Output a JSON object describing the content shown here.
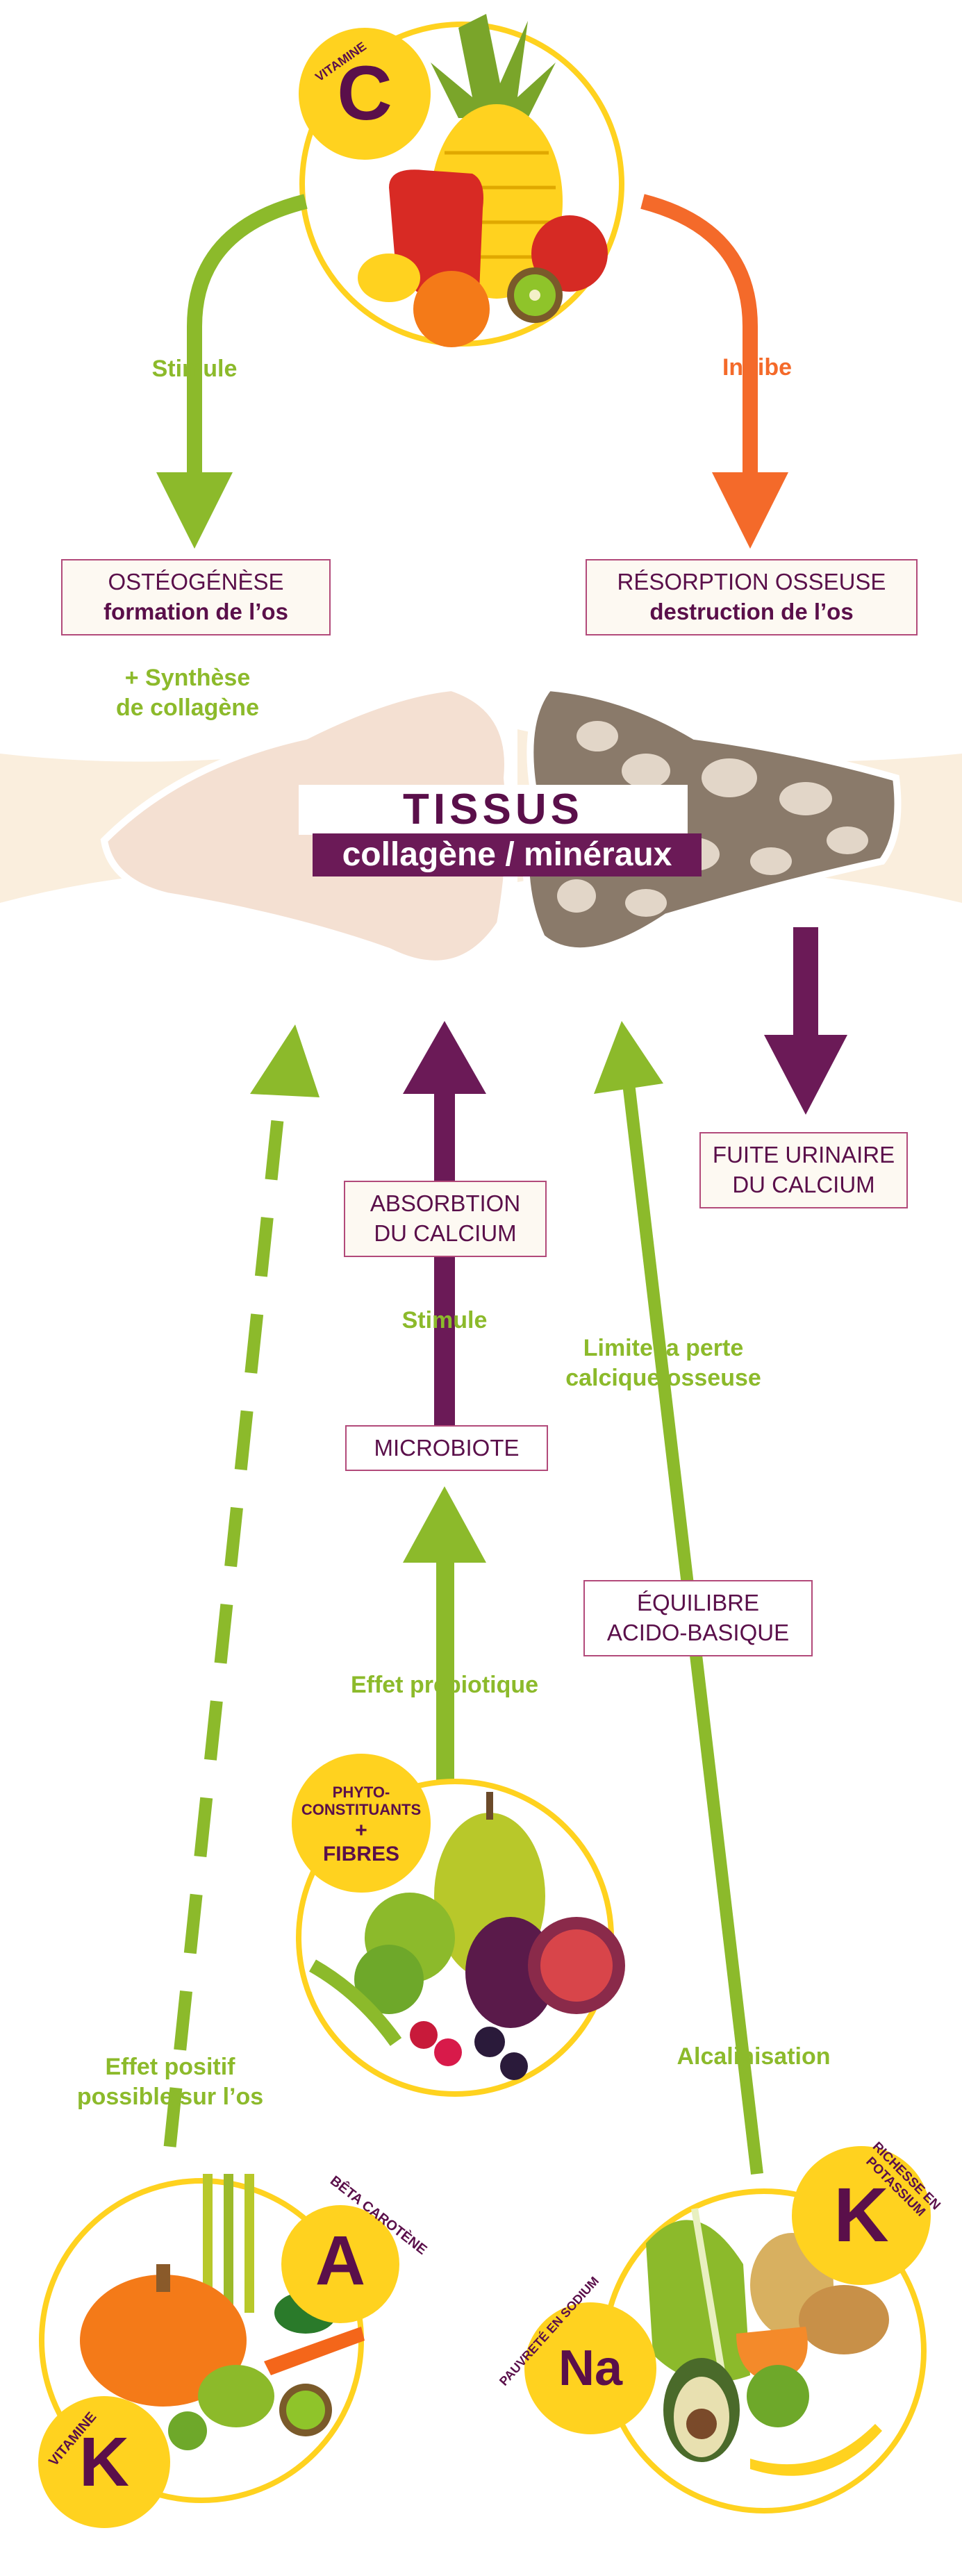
{
  "top": {
    "vitamin_c": {
      "small": "VITAMINE",
      "big": "C"
    },
    "stimule": "Stimule",
    "inhibe": "Inhibe"
  },
  "boxes": {
    "osteogenese": {
      "line1": "OSTÉOGÉNÈSE",
      "line2": "formation de l’os"
    },
    "resorption": {
      "line1": "RÉSORPTION OSSEUSE",
      "line2": "destruction de l’os"
    },
    "fuite": {
      "line1": "FUITE URINAIRE",
      "line2": "DU CALCIUM"
    },
    "absorbtion": {
      "line1": "ABSORBTION",
      "line2": "DU CALCIUM"
    },
    "microbiote": "MICROBIOTE",
    "equilibre": {
      "line1": "ÉQUILIBRE",
      "line2": "ACIDO-BASIQUE"
    }
  },
  "bone": {
    "title": "TISSUS OSSEUX",
    "subtitle": "collagène / minéraux"
  },
  "labels": {
    "synthese": {
      "line1": "+ Synthèse",
      "line2": "de collagène"
    },
    "stimule_mid": "Stimule",
    "limite": {
      "line1": "Limite la perte",
      "line2": "calcique osseuse"
    },
    "prebiotique": "Effet prébiotique",
    "effet_positif": {
      "line1": "Effet positif",
      "line2": "possible sur l’os"
    },
    "alcalinisation": "Alcalinisation"
  },
  "badges": {
    "phyto": {
      "line1": "PHYTO-",
      "line2": "CONSTITUANTS",
      "plus": "+",
      "line3": "FIBRES"
    },
    "vitamin_a": {
      "curved": "BÊTA CAROTÈNE",
      "big": "A"
    },
    "vitamin_k_left": {
      "curved": "VITAMINE",
      "big": "K"
    },
    "potassium": {
      "curved": "RICHESSE EN POTASSIUM",
      "big": "K"
    },
    "sodium": {
      "curved": "PAUVRETÉ EN SODIUM",
      "big": "Na"
    }
  },
  "colors": {
    "green": "#8cba2b",
    "orange": "#f46a2a",
    "purple": "#6b1a57",
    "yellow": "#ffd21f"
  }
}
